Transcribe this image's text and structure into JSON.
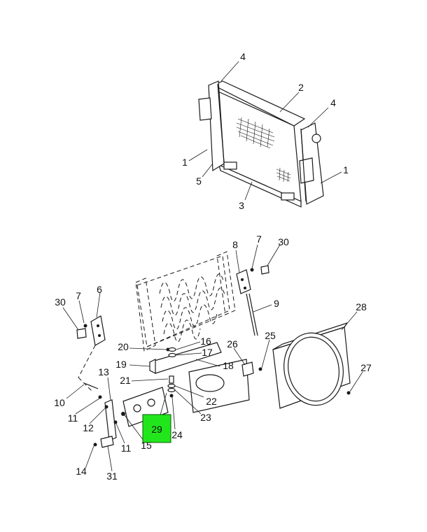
{
  "callouts": [
    {
      "id": "c4a",
      "text": "4"
    },
    {
      "id": "c2",
      "text": "2"
    },
    {
      "id": "c4b",
      "text": "4"
    },
    {
      "id": "c1a",
      "text": "1"
    },
    {
      "id": "c1b",
      "text": "1"
    },
    {
      "id": "c5",
      "text": "5"
    },
    {
      "id": "c3",
      "text": "3"
    },
    {
      "id": "c8",
      "text": "8"
    },
    {
      "id": "c7a",
      "text": "7"
    },
    {
      "id": "c30a",
      "text": "30"
    },
    {
      "id": "c9",
      "text": "9"
    },
    {
      "id": "c7b",
      "text": "7"
    },
    {
      "id": "c6",
      "text": "6"
    },
    {
      "id": "c30b",
      "text": "30"
    },
    {
      "id": "c28",
      "text": "28"
    },
    {
      "id": "c20",
      "text": "20"
    },
    {
      "id": "c16",
      "text": "16"
    },
    {
      "id": "c17",
      "text": "17"
    },
    {
      "id": "c26",
      "text": "26"
    },
    {
      "id": "c25",
      "text": "25"
    },
    {
      "id": "c19",
      "text": "19"
    },
    {
      "id": "c18",
      "text": "18"
    },
    {
      "id": "c13",
      "text": "13"
    },
    {
      "id": "c21",
      "text": "21"
    },
    {
      "id": "c22",
      "text": "22"
    },
    {
      "id": "c27",
      "text": "27"
    },
    {
      "id": "c10",
      "text": "10"
    },
    {
      "id": "c23",
      "text": "23"
    },
    {
      "id": "c11a",
      "text": "11"
    },
    {
      "id": "c12",
      "text": "12"
    },
    {
      "id": "c29",
      "text": "29"
    },
    {
      "id": "c24",
      "text": "24"
    },
    {
      "id": "c11b",
      "text": "11"
    },
    {
      "id": "c15",
      "text": "15"
    },
    {
      "id": "c14",
      "text": "14"
    },
    {
      "id": "c31",
      "text": "31"
    }
  ],
  "highlight": {
    "callout": "29",
    "color": "#22e61c"
  },
  "colors": {
    "line": "#1a1a1a",
    "background": "#ffffff"
  }
}
